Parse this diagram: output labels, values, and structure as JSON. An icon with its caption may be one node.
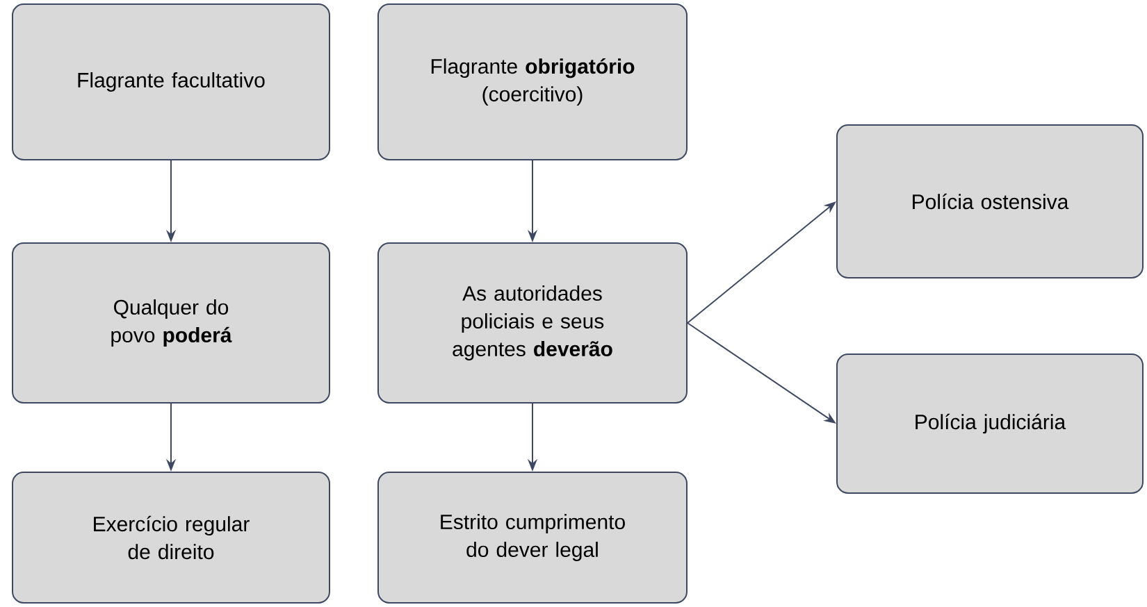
{
  "diagram": {
    "nodes": [
      {
        "text": [
          "Flagrante facultativo"
        ]
      },
      {
        "text": [
          "Flagrante **obrigatório** (coercitivo)"
        ]
      },
      {
        "text": [
          "Qualquer do povo **poderá**"
        ]
      },
      {
        "text": [
          "As autoridades policiais e seus agentes **deverão**"
        ]
      },
      {
        "text": [
          "Polícia ostensiva"
        ]
      },
      {
        "text": [
          "Polícia judiciária"
        ]
      },
      {
        "text": [
          "Exercício regular de direito"
        ]
      },
      {
        "text": [
          "Estrito cumprimento do dever legal"
        ]
      }
    ],
    "edges": [
      {
        "from": 0,
        "to": 2,
        "arrow": "to"
      },
      {
        "from": 1,
        "to": 3,
        "arrow": "to"
      },
      {
        "from": 3,
        "to": 4,
        "arrow": "to"
      },
      {
        "from": 3,
        "to": 5,
        "arrow": "to"
      },
      {
        "from": 2,
        "to": 6,
        "arrow": "to"
      },
      {
        "from": 3,
        "to": 7,
        "arrow": "to"
      }
    ]
  }
}
